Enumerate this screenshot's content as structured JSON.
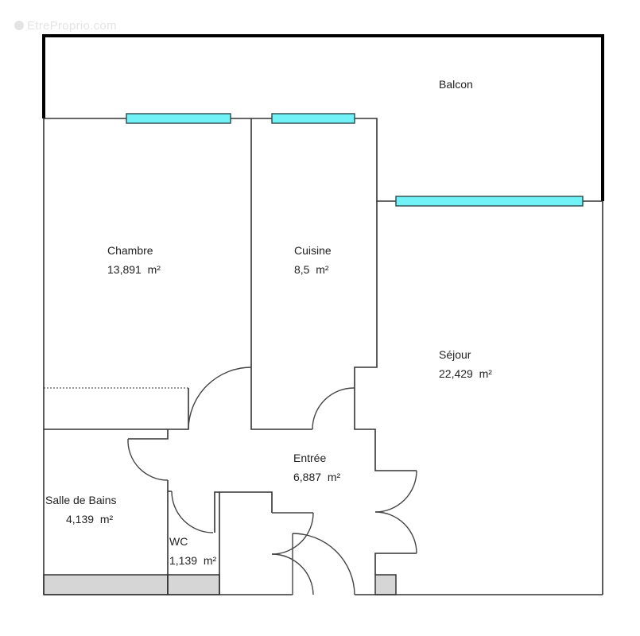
{
  "watermark": {
    "text": "EtreProprio.com"
  },
  "colors": {
    "window": "#70F2F6",
    "wall": "#333333",
    "outer_wall": "#000000",
    "fixture": "#d6d6d6"
  },
  "rooms": {
    "balcon": {
      "name": "Balcon",
      "area": ""
    },
    "chambre": {
      "name": "Chambre",
      "area": "13,891  m²"
    },
    "cuisine": {
      "name": "Cuisine",
      "area": "8,5  m²"
    },
    "sejour": {
      "name": "Séjour",
      "area": "22,429  m²"
    },
    "entree": {
      "name": "Entrée",
      "area": "6,887  m²"
    },
    "salle_de_bains": {
      "name": "Salle de Bains",
      "area": "4,139  m²"
    },
    "wc": {
      "name": "WC",
      "area": "1,139  m²"
    }
  }
}
